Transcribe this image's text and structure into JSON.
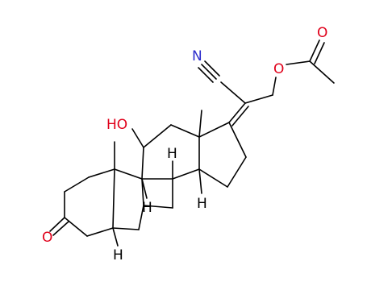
{
  "colors": {
    "bond": "#000000",
    "oxygen": "#e0001a",
    "nitrogen": "#2b2bcc",
    "hydrogen": "#000000",
    "background": "#ffffff"
  },
  "atoms": {
    "ho": "HO",
    "ketone_o": "O",
    "n": "N",
    "ester_o": "O",
    "carbonyl_o": "O",
    "h9": "H",
    "h8": "H",
    "h14": "H",
    "h5": "H"
  }
}
